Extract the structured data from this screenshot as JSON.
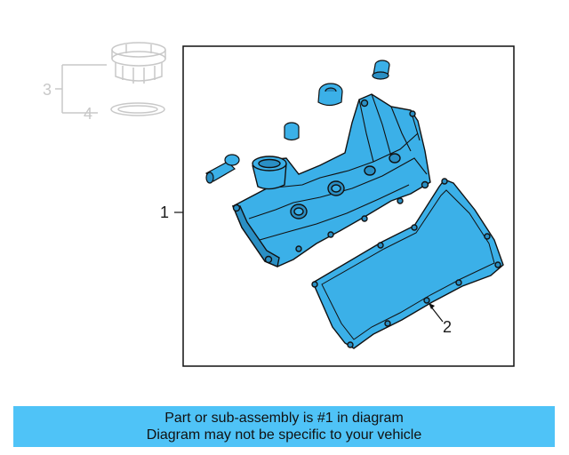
{
  "callouts": {
    "part_1": "1",
    "part_2": "2",
    "part_3": "3",
    "part_4": "4"
  },
  "banner": {
    "line1": "Part or sub-assembly is #1 in diagram",
    "line2": "Diagram may not be specific to your vehicle"
  },
  "colors": {
    "highlight_fill": "#3bb0e8",
    "highlight_shade": "#2a8fc4",
    "outline": "#111111",
    "faded_outline": "#c8c8c8",
    "banner_bg": "#4fc3f7"
  }
}
